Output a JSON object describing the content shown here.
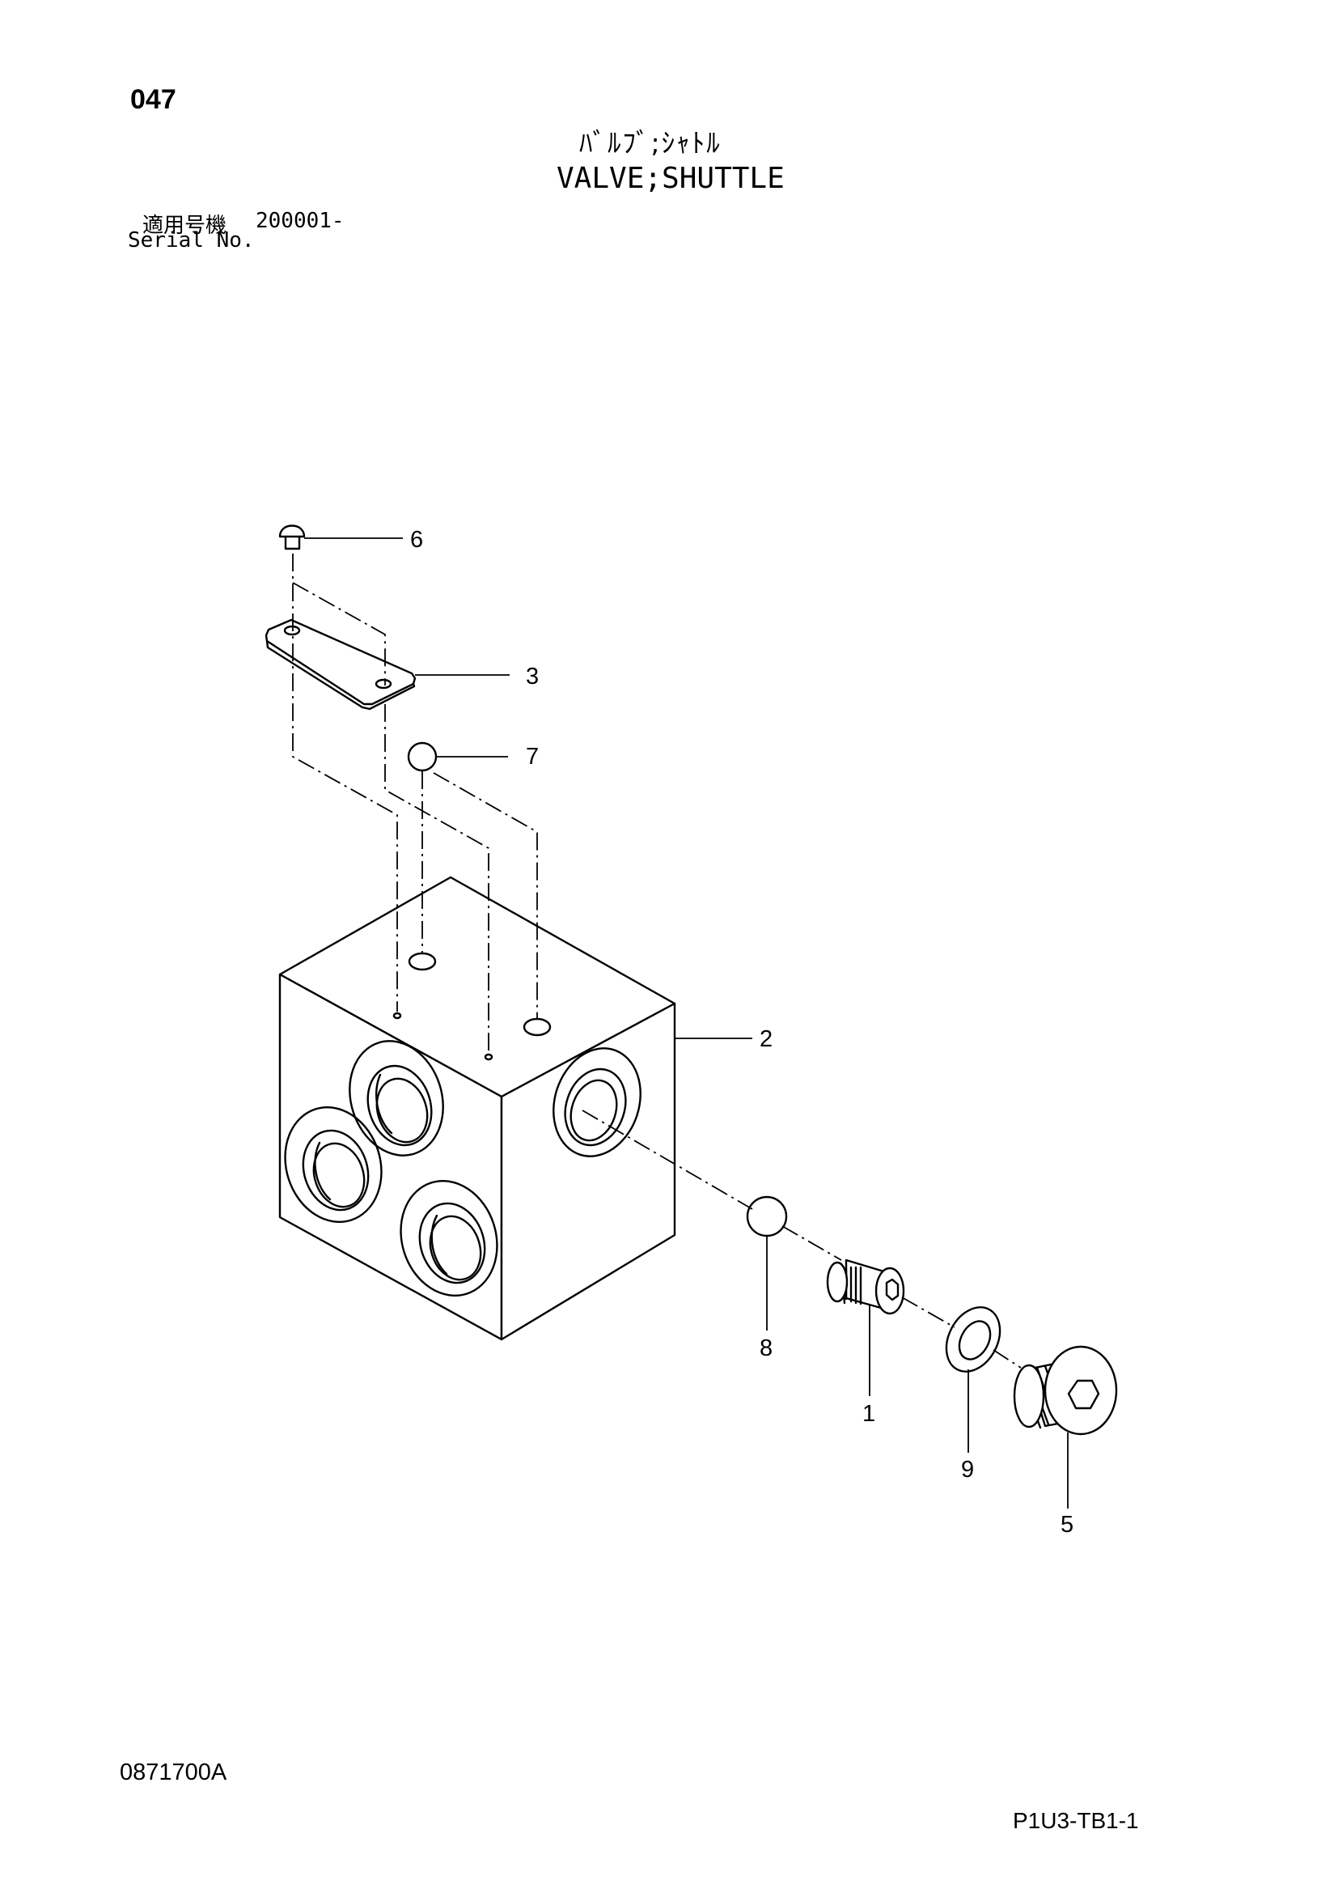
{
  "header": {
    "page_number": "047",
    "title_jp": "ﾊﾞﾙﾌﾞ;ｼｬﾄﾙ",
    "title_en": "VALVE;SHUTTLE",
    "serial_label_jp": "適用号機",
    "serial_range": "200001-",
    "serial_label_en": "Serial No."
  },
  "footer": {
    "drawing_number": "0871700A",
    "page_code": "P1U3-TB1-1"
  },
  "callouts": {
    "c1": "1",
    "c2": "2",
    "c3": "3",
    "c5": "5",
    "c6": "6",
    "c7": "7",
    "c8": "8",
    "c9": "9"
  },
  "parts": [
    {
      "ref": "1",
      "part": "plug (small)"
    },
    {
      "ref": "2",
      "part": "valve body"
    },
    {
      "ref": "3",
      "part": "plate"
    },
    {
      "ref": "5",
      "part": "plug (large)"
    },
    {
      "ref": "6",
      "part": "screw"
    },
    {
      "ref": "7",
      "part": "ball"
    },
    {
      "ref": "8",
      "part": "ball"
    },
    {
      "ref": "9",
      "part": "o-ring"
    }
  ]
}
